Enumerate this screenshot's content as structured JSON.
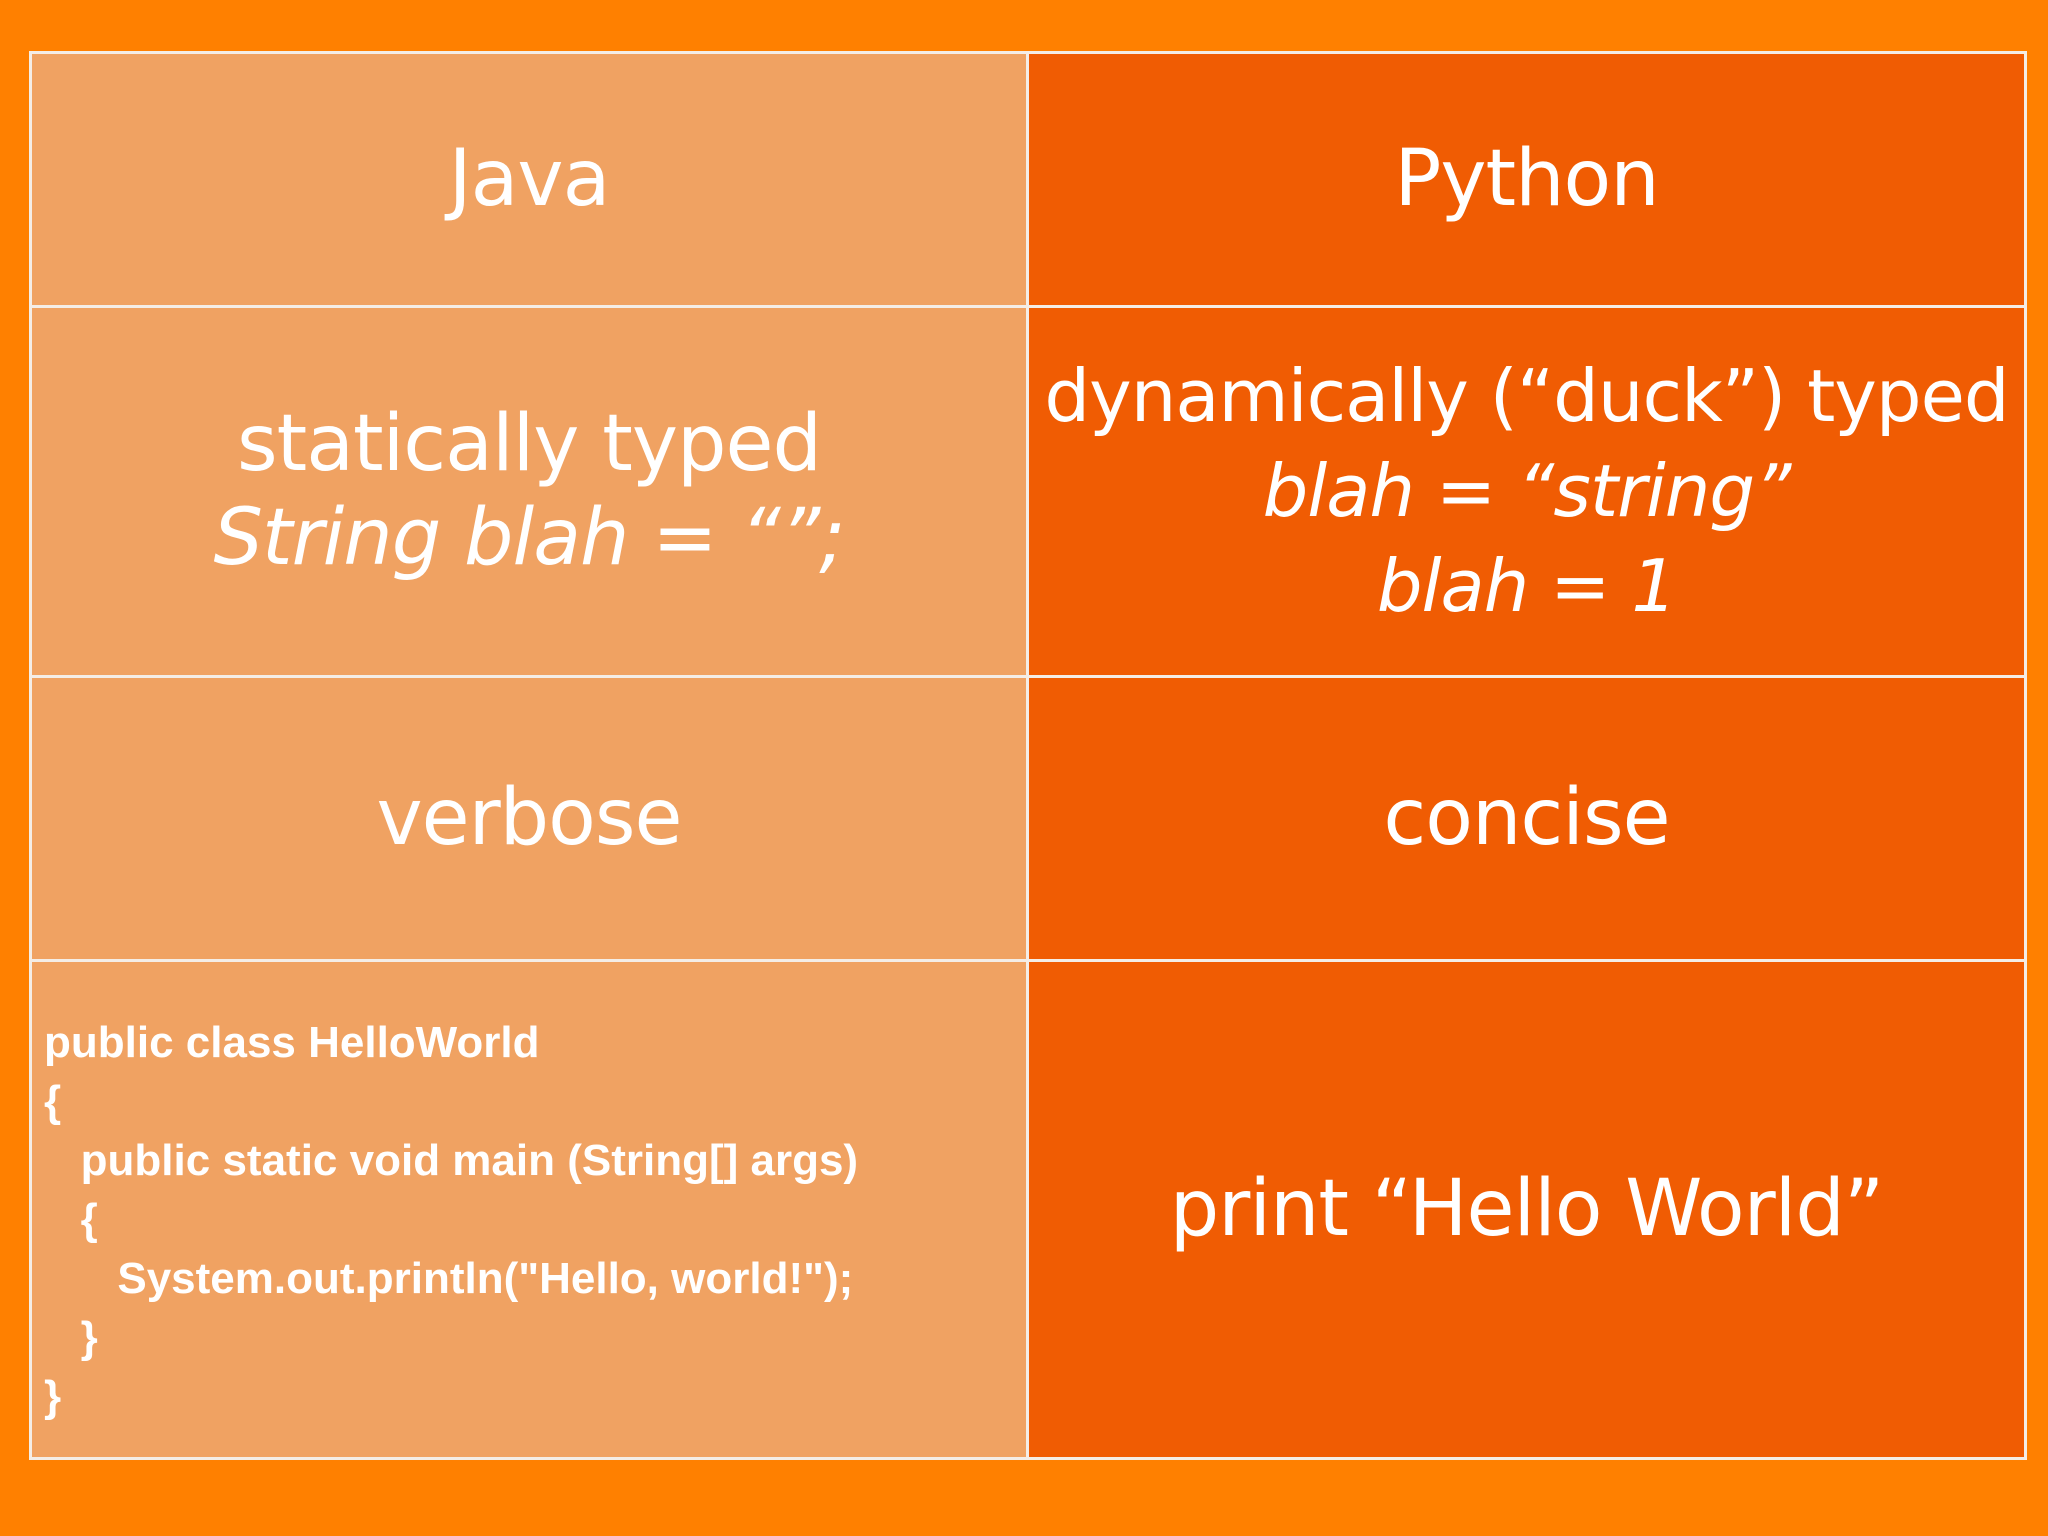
{
  "header": {
    "java": "Java",
    "python": "Python"
  },
  "typing": {
    "java": [
      "statically typed",
      "String blah = “”;"
    ],
    "python": [
      "dynamically (“duck”) typed",
      "blah = “string”",
      "blah =  1"
    ]
  },
  "verbosity": {
    "java": "verbose",
    "python": "concise"
  },
  "hello_world": {
    "java_code": [
      "public class HelloWorld",
      "{",
      "   public static void main (String[] args)",
      "   {",
      "      System.out.println(\"Hello, world!\");",
      "   }",
      "}"
    ],
    "python_code": "print “Hello World”"
  },
  "colors": {
    "background": "#ff8000",
    "java_column": "#f0a262",
    "python_column": "#f05c03",
    "border": "#f4ede6",
    "text": "#ffffff"
  }
}
